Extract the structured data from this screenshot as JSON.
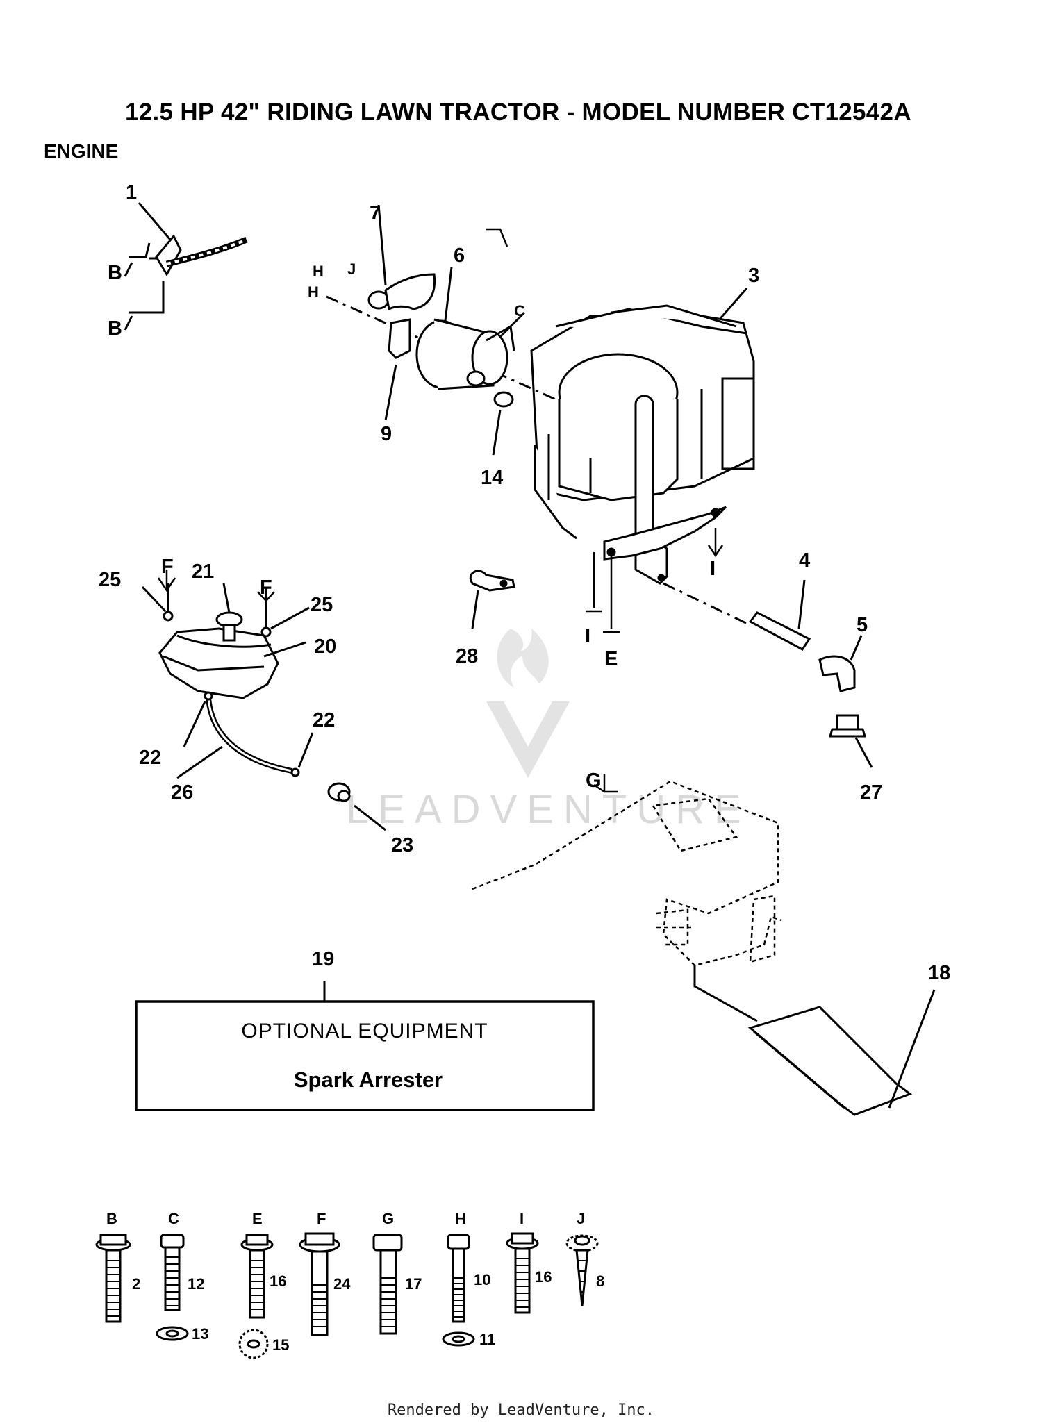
{
  "title": "12.5 HP 42\" RIDING LAWN TRACTOR - MODEL NUMBER CT12542A",
  "section": "ENGINE",
  "callouts": {
    "c1": "1",
    "c3": "3",
    "c4": "4",
    "c5": "5",
    "c6": "6",
    "c7": "7",
    "c9": "9",
    "c14": "14",
    "c18": "18",
    "c19": "19",
    "c20": "20",
    "c21": "21",
    "c22a": "22",
    "c22b": "22",
    "c23": "23",
    "c25a": "25",
    "c25b": "25",
    "c26": "26",
    "c27": "27",
    "c28": "28"
  },
  "refs": {
    "B1": "B",
    "B2": "B",
    "C": "C",
    "E": "E",
    "F1": "F",
    "F2": "F",
    "G": "G",
    "H1": "H",
    "H2": "H",
    "I1": "I",
    "I2": "I",
    "J": "J"
  },
  "optional_box": {
    "heading": "OPTIONAL EQUIPMENT",
    "item": "Spark Arrester"
  },
  "hardware": [
    {
      "letter": "B",
      "part": "2"
    },
    {
      "letter": "C",
      "part": "12",
      "washer": "13"
    },
    {
      "letter": "E",
      "part": "16",
      "washer": "15"
    },
    {
      "letter": "F",
      "part": "24"
    },
    {
      "letter": "G",
      "part": "17"
    },
    {
      "letter": "H",
      "part": "10",
      "washer": "11"
    },
    {
      "letter": "I",
      "part": "16"
    },
    {
      "letter": "J",
      "part": "8"
    }
  ],
  "watermark": "LEADVENTURE",
  "footer": "Rendered by LeadVenture, Inc."
}
